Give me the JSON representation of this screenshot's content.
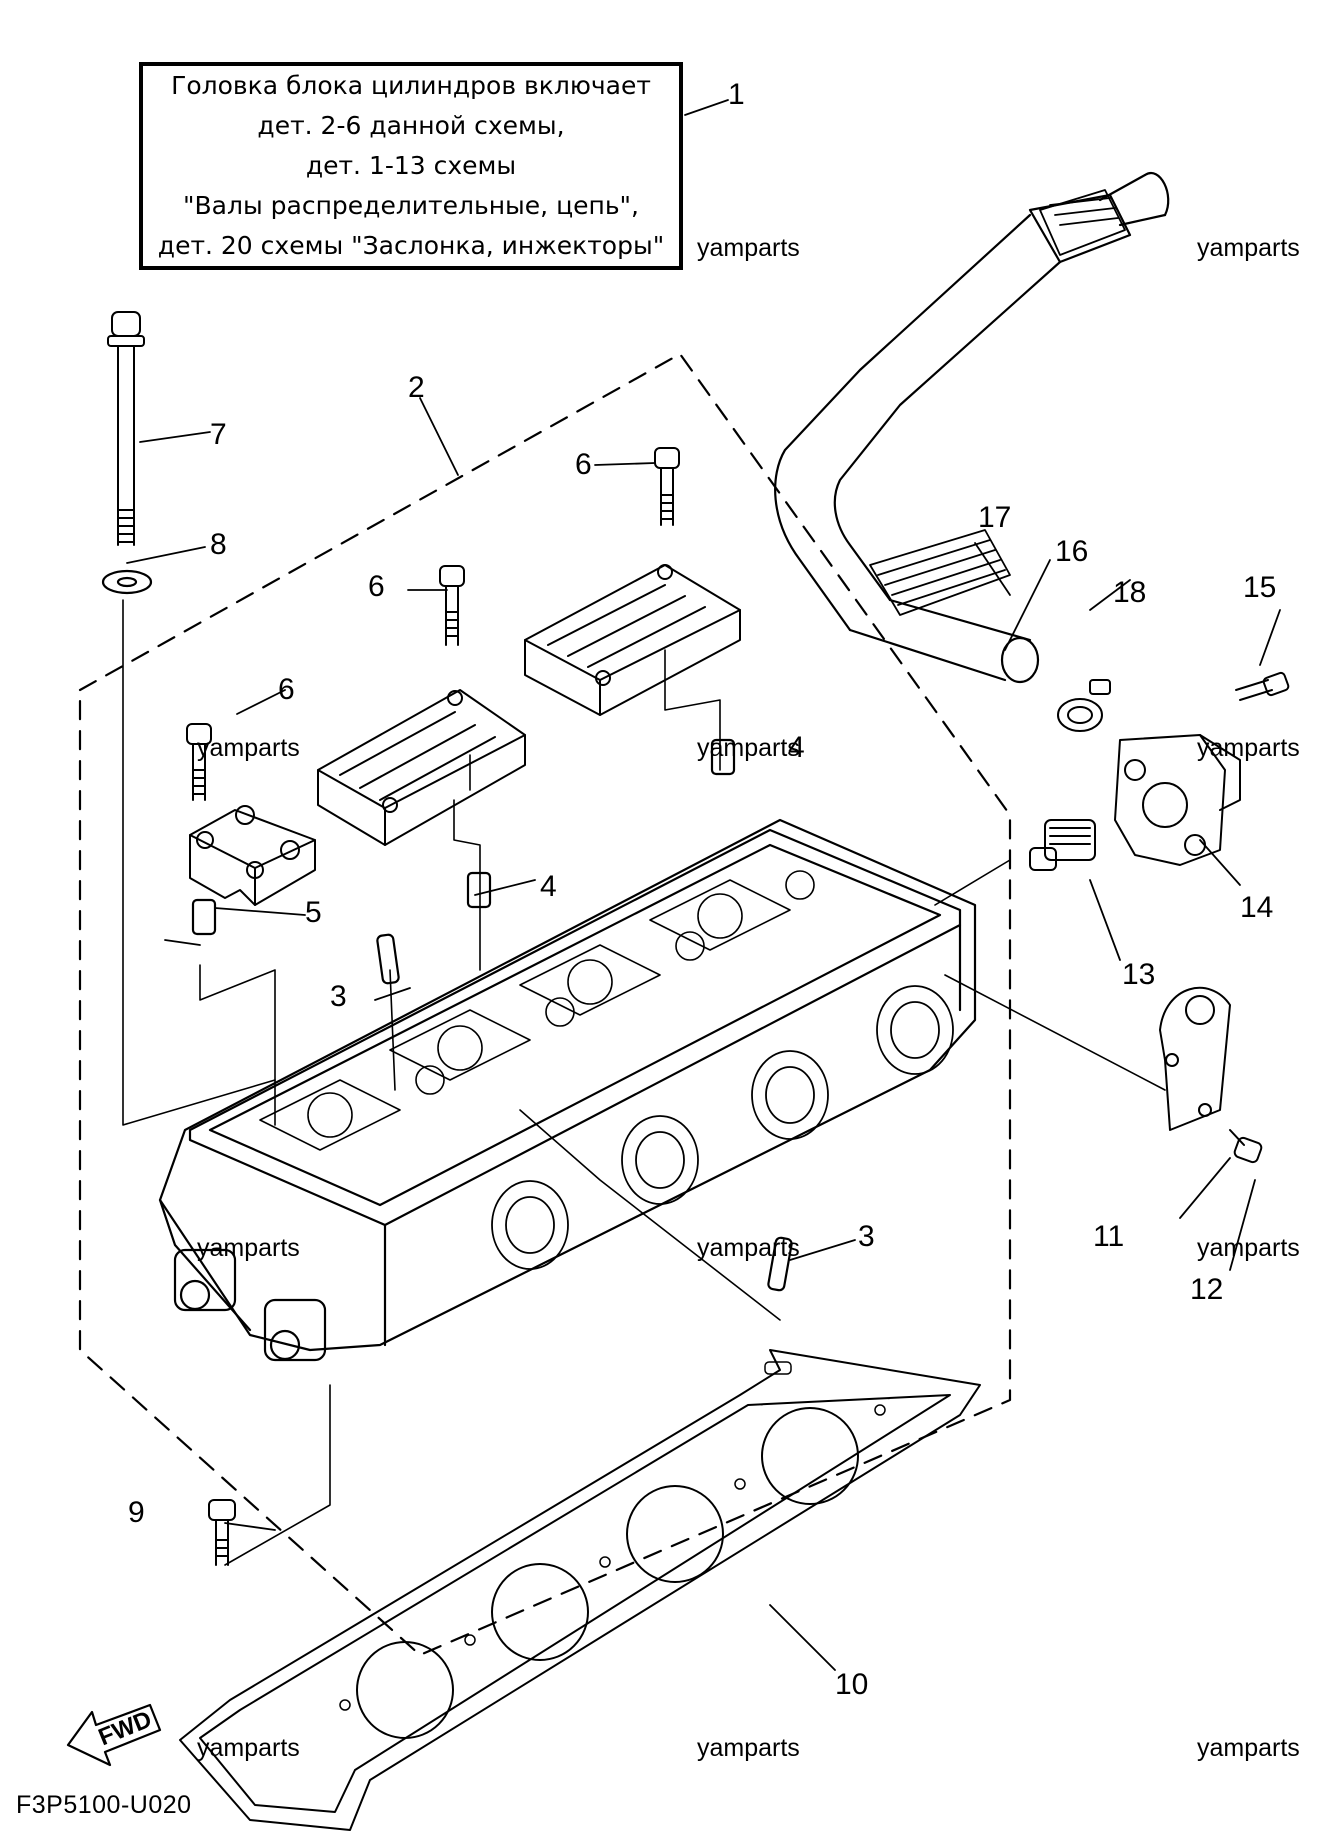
{
  "note": {
    "lines": [
      "Головка блока цилиндров включает",
      "дет. 2-6 данной схемы,",
      "дет. 1-13 схемы",
      "\"Валы распределительные, цепь\",",
      "дет. 20 схемы \"Заслонка, инжекторы\""
    ]
  },
  "callouts": [
    "1",
    "2",
    "3",
    "3",
    "4",
    "4",
    "5",
    "6",
    "6",
    "6",
    "7",
    "8",
    "9",
    "10",
    "11",
    "12",
    "13",
    "14",
    "15",
    "16",
    "17",
    "18"
  ],
  "watermark": "yamparts",
  "diagram_code": "F3P5100-U020",
  "fwd_label": "FWD"
}
